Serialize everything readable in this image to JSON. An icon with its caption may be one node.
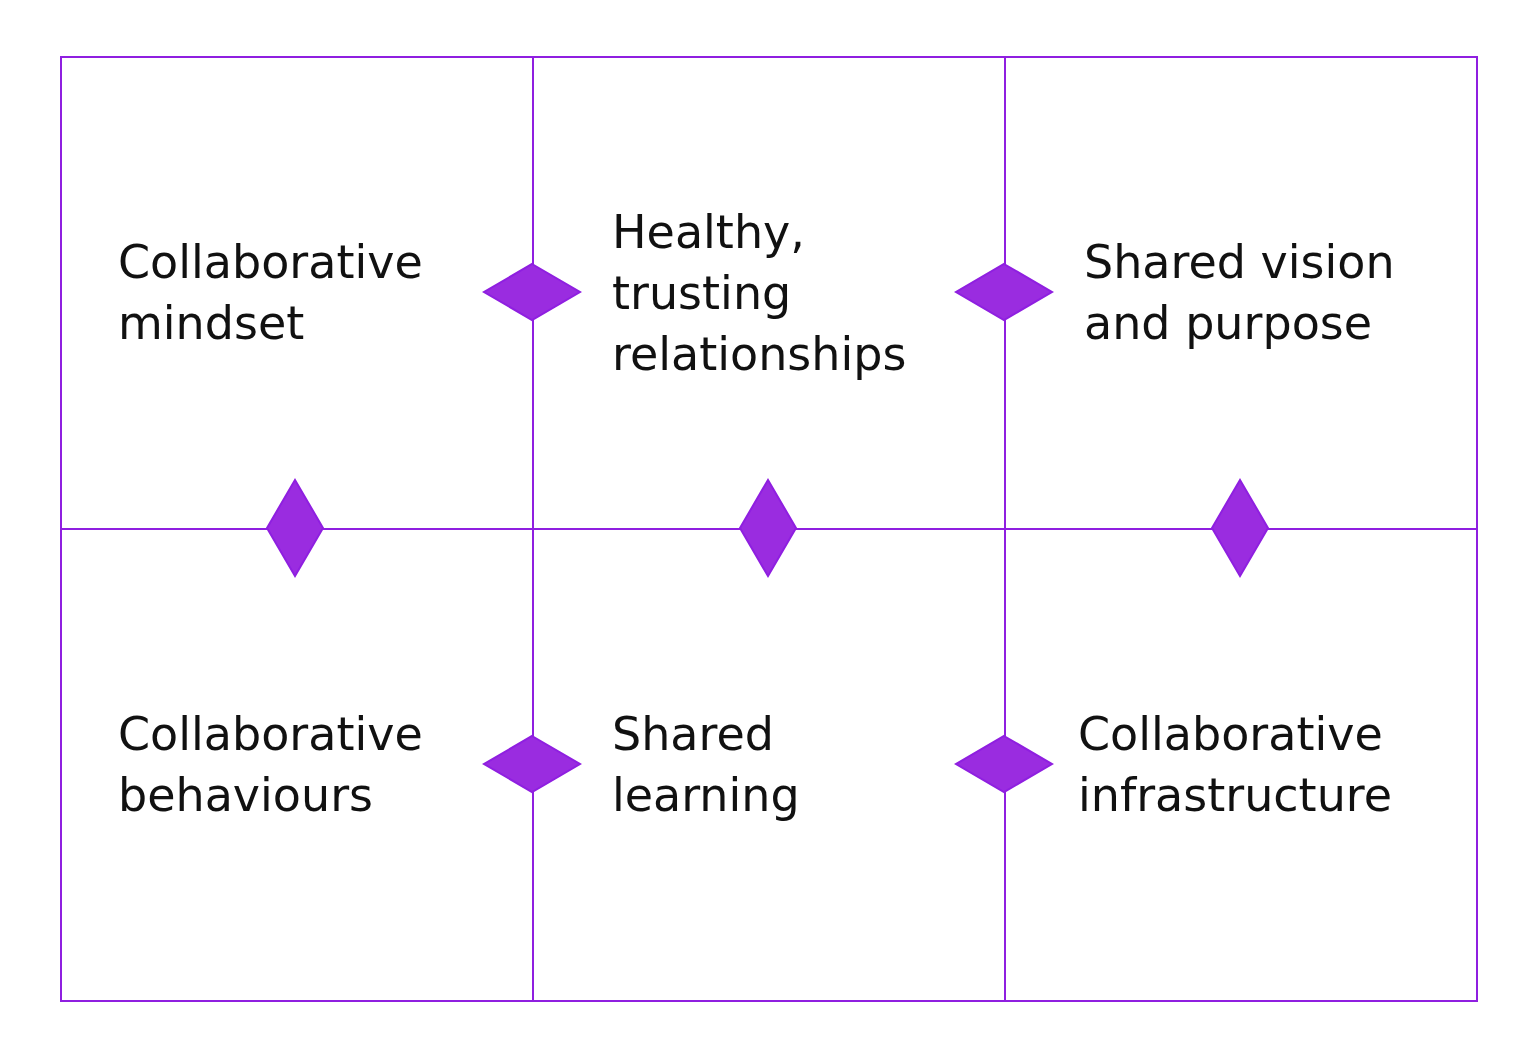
{
  "diagram": {
    "nodes": [
      {
        "text": [
          "Collaborative mindset"
        ]
      },
      {
        "text": [
          "Healthy, trusting relationships"
        ]
      },
      {
        "text": [
          "Shared vision and purpose"
        ]
      },
      {
        "text": [
          "Collaborative behaviours"
        ]
      },
      {
        "text": [
          "Shared learning"
        ]
      },
      {
        "text": [
          "Collaborative infrastructure"
        ]
      },
      {
        "text": [],
        "shape": "diamond"
      },
      {
        "text": [],
        "shape": "diamond"
      },
      {
        "text": [],
        "shape": "diamond"
      },
      {
        "text": [],
        "shape": "diamond"
      },
      {
        "text": [],
        "shape": "diamond"
      },
      {
        "text": [],
        "shape": "diamond"
      },
      {
        "text": [],
        "shape": "diamond"
      }
    ],
    "edges": []
  }
}
